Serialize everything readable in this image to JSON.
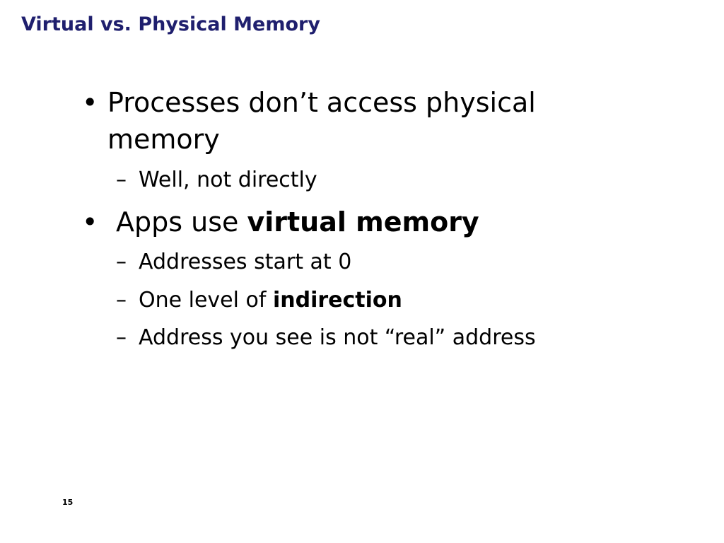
{
  "slide": {
    "title": "Virtual vs. Physical Memory",
    "page_number": "15",
    "bullet_marker": "•",
    "sub_marker": "–",
    "bullets": [
      {
        "text": "Processes don’t access physical memory",
        "subs": [
          {
            "text": "Well, not directly"
          }
        ]
      },
      {
        "prefix": "Apps use ",
        "bold": "virtual memory",
        "subs": [
          {
            "text": "Addresses start at 0"
          },
          {
            "prefix": "One level of ",
            "bold": "indirection"
          },
          {
            "text": "Address you see is not “real” address"
          }
        ]
      }
    ]
  }
}
